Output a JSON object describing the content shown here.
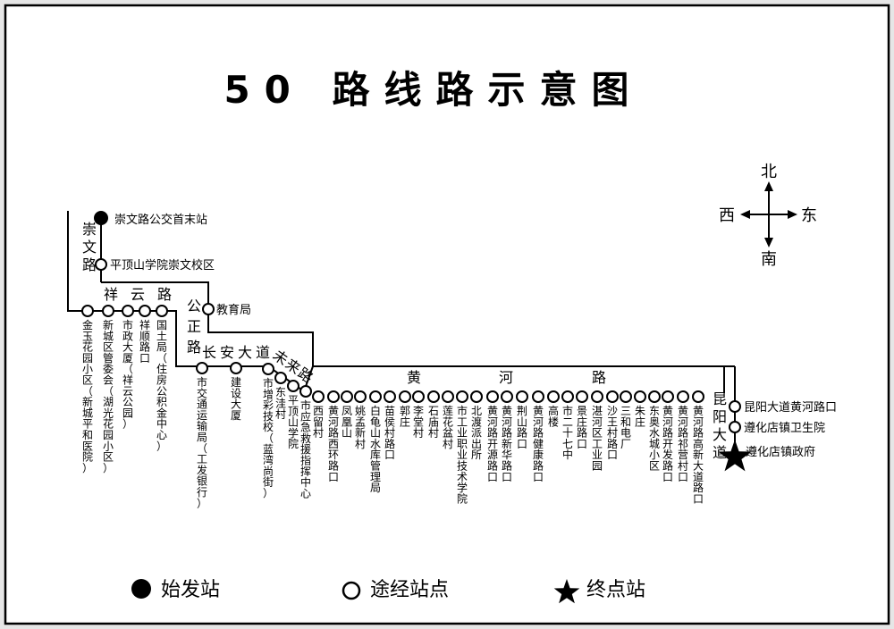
{
  "title": "50 路线路示意图",
  "compass": {
    "north": "北",
    "south": "南",
    "east": "东",
    "west": "西"
  },
  "roads": {
    "chongwen": "崇文路",
    "xiangyun": "祥云路",
    "gongzheng": "公正路",
    "changan": "长安大道",
    "weilai": "未来路",
    "huanghe": "黄河路",
    "kunyang": "昆阳大道"
  },
  "stops": {
    "start": "崇文路公交首末站",
    "pingdingshan_chongwen": "平顶山学院崇文校区",
    "jinyu": "金玉花园小区（新城平和医院）",
    "xinchengqu": "新城区管委会（湖光花园小区）",
    "shizhengdasha": "市政大厦（祥云公园）",
    "xiangshun": "祥顺路口",
    "guotuju": "国土局（住房公积金中心）",
    "jiaoyuju": "教育局",
    "jiaotong": "市交通运输局（工发银行）",
    "jianshe": "建设大厦",
    "zengcai": "市增彩技校（蓝湾尚街）",
    "dongwa": "东洼村",
    "pdsxy": "平顶山学院",
    "yingji": "市应急救援指挥中心",
    "xiliu": "西留村",
    "hhxihuan": "黄河路西环路口",
    "fenghuangshan": "凤凰山",
    "yaomeng": "姚孟新村",
    "baiguishan": "白龟山水库管理局",
    "miaohou": "苗侯村路口",
    "guozhuang": "郭庄",
    "litang": "李堂村",
    "shimiao": "石庙村",
    "lianhuapen": "莲花盆村",
    "gongye": "市工业职业技术学院",
    "beidu": "北渡派出所",
    "kaiyuan": "黄河路开源路口",
    "xinhua": "黄河路新华路口",
    "jingshan": "荆山路口",
    "jiankang": "黄河路健康路口",
    "gaolou": "高楼",
    "ershiqi": "市二十七中",
    "jingzhuang": "景庄路口",
    "zhanhe": "湛河区工业园",
    "shawang": "沙王村路口",
    "sanhedian": "三和电厂",
    "zhuzhuang": "朱庄",
    "dongao": "东奥水城小区",
    "kaifa": "黄河路开发路口",
    "qiying": "黄河路祁营村口",
    "gaoxin": "黄河路高新大道路口",
    "kunyanghuanghe": "昆阳大道黄河路口",
    "weishengyuan": "遵化店镇卫生院",
    "end": "遵化店镇政府"
  },
  "legend": {
    "start": "始发站",
    "via": "途经站点",
    "end": "终点站"
  }
}
